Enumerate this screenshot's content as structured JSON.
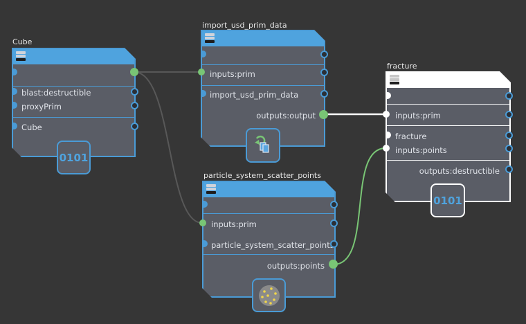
{
  "colors": {
    "background": "#363636",
    "node_body": "#5a5d66",
    "accent": "#4a9bd6",
    "selected": "#ffffff",
    "connected": "#79c575"
  },
  "nodes": {
    "cube": {
      "title": "Cube",
      "ports": [
        "blast:destructible",
        "proxyPrim",
        "Cube"
      ],
      "badge": "0101"
    },
    "import": {
      "title": "import_usd_prim_data",
      "input": "inputs:prim",
      "param": "import_usd_prim_data",
      "output": "outputs:output",
      "icon": "import-prim-icon"
    },
    "scatter": {
      "title": "particle_system_scatter_points",
      "input": "inputs:prim",
      "param": "particle_system_scatter_points",
      "output": "outputs:points",
      "icon": "scatter-points-icon"
    },
    "fracture": {
      "title": "fracture",
      "input": "inputs:prim",
      "param": "fracture",
      "points": "inputs:points",
      "output": "outputs:destructible",
      "badge": "0101"
    }
  }
}
